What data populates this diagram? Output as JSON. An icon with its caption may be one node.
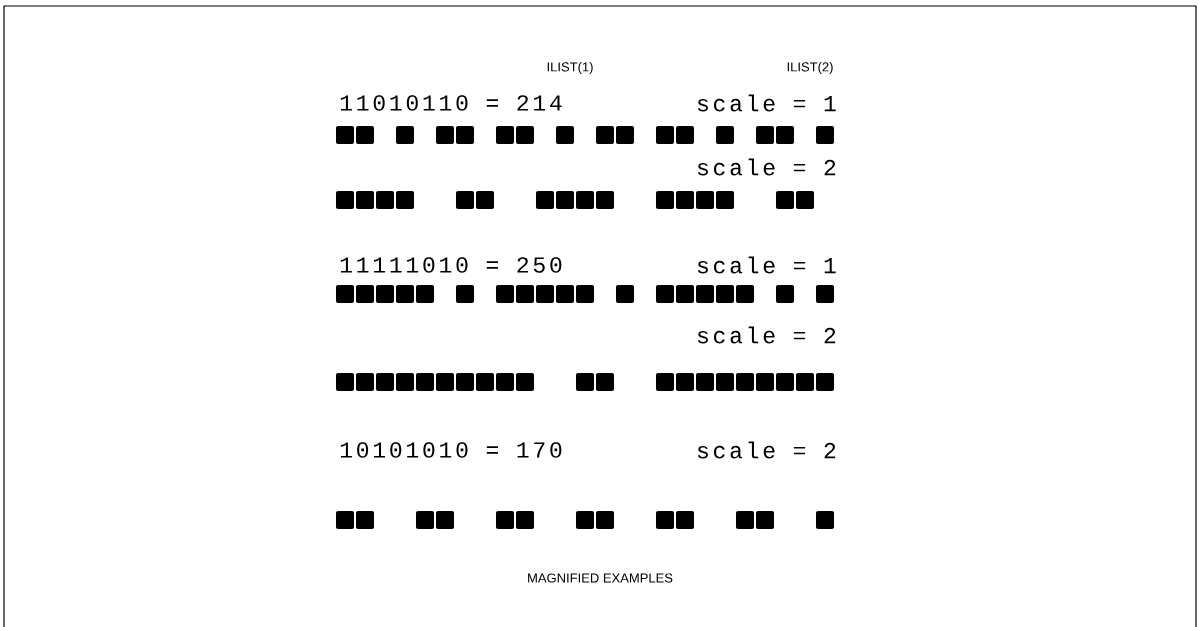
{
  "diagram": {
    "labels": [
      "ILIST(1)",
      "ILIST(2)",
      "11010110 = 214",
      "scale = 1",
      "scale = 2",
      "11111010 = 250",
      "scale = 1",
      "scale = 2",
      "10101010 = 170",
      "scale = 2",
      "MAGNIFIED EXAMPLES"
    ]
  }
}
